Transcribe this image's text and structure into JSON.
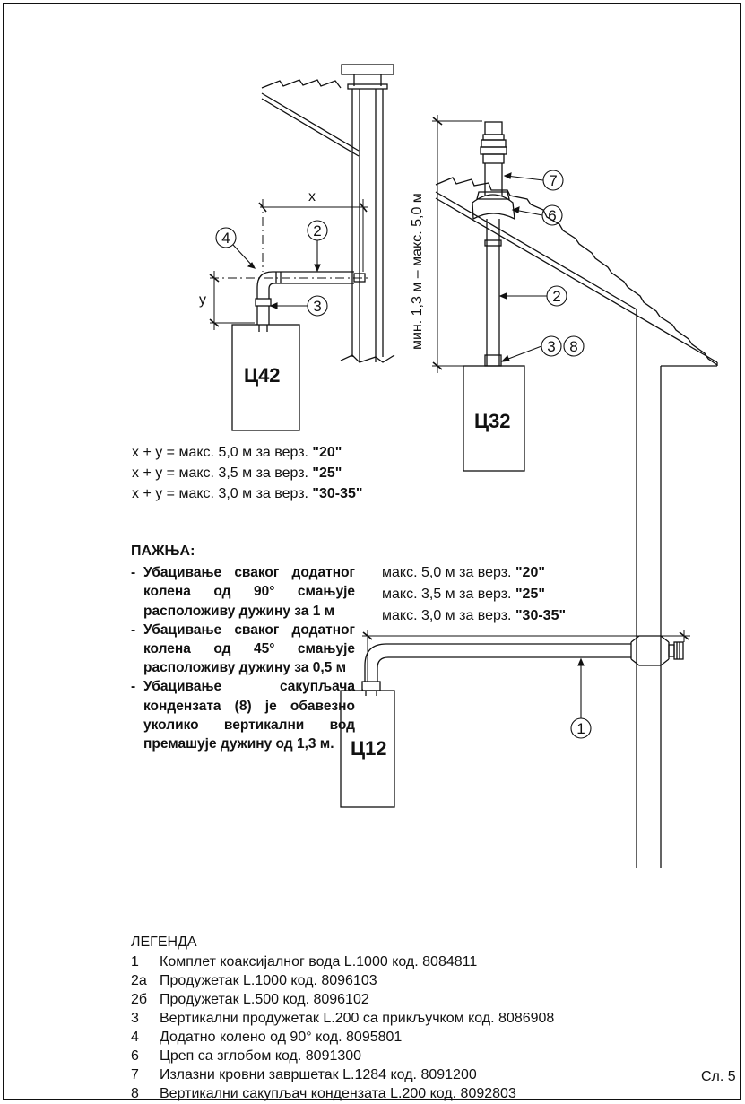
{
  "models": {
    "c42": "Ц42",
    "c32": "Ц32",
    "c12": "Ц12"
  },
  "dimensions": {
    "x": "x",
    "y": "y",
    "vertical_range": "мин. 1,3 м – макс. 5,0 м"
  },
  "callouts": {
    "c42_elbow": "4",
    "c42_extension": "2",
    "c42_vertical": "3",
    "c32_terminal": "7",
    "c32_tile": "6",
    "c32_extension": "2",
    "c32_vertical": "3",
    "c32_condensate": "8",
    "c12_kit": "1"
  },
  "xy_limits": [
    {
      "prefix": "x + y = макс. 5,0 м за верз. ",
      "version": "\"20\""
    },
    {
      "prefix": "x + y = макс. 3,5 м за верз. ",
      "version": "\"25\""
    },
    {
      "prefix": "x + y = макс. 3,0 м за верз. ",
      "version": "\"30-35\""
    }
  ],
  "horizontal_limits": [
    {
      "prefix": "макс. 5,0 м за верз. ",
      "version": "\"20\""
    },
    {
      "prefix": "макс. 3,5 м за верз. ",
      "version": "\"25\""
    },
    {
      "prefix": "макс. 3,0 м за верз. ",
      "version": "\"30-35\""
    }
  ],
  "warning": {
    "title": "ПАЖЊА:",
    "items": [
      "Убацивање сваког додатног колена од 90° смањује расположиву дужину за 1 м",
      "Убацивање сваког додатног колена од 45° смањује расположиву дужину за 0,5 м",
      "Убацивање сакупљача кондензата (8) је обавезно уколико вертикални вод премашује дужину од 1,3 м."
    ]
  },
  "legend": {
    "title": "ЛЕГЕНДА",
    "items": [
      {
        "num": "1",
        "text": "Комплет коаксијалног вода L.1000 код. 8084811"
      },
      {
        "num": "2а",
        "text": "Продужетак L.1000 код. 8096103"
      },
      {
        "num": "2б",
        "text": "Продужетак L.500 код. 8096102"
      },
      {
        "num": "3",
        "text": "Вертикални продужетак L.200 са прикључком код. 8086908"
      },
      {
        "num": "4",
        "text": "Додатно колено од 90° код. 8095801"
      },
      {
        "num": "6",
        "text": "Цреп са зглобом код. 8091300"
      },
      {
        "num": "7",
        "text": "Излазни кровни завршетак L.1284 код. 8091200"
      },
      {
        "num": "8",
        "text": "Вертикални сакупљач кондензата L.200 код. 8092803"
      }
    ]
  },
  "figure_label": "Сл. 5"
}
